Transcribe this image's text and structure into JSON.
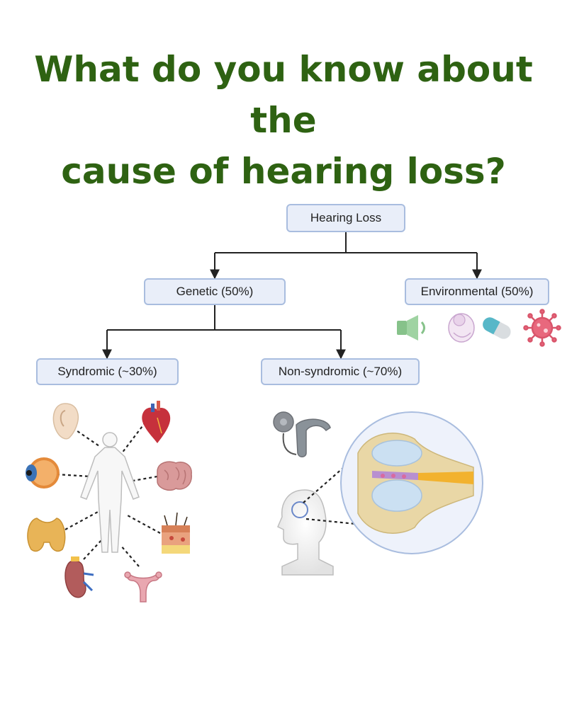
{
  "title": {
    "line1": "What do you know about the",
    "line2": "cause of hearing loss?"
  },
  "tree": {
    "root": "Hearing Loss",
    "genetic": "Genetic (50%)",
    "environmental": "Environmental (50%)",
    "syndromic": "Syndromic (~30%)",
    "nonsyndromic": "Non-syndromic (~70%)"
  },
  "icons": {
    "environmental": [
      "noise-speaker-icon",
      "fetus-icon",
      "medication-capsule-icon",
      "virus-icon"
    ],
    "syndromic": [
      "ear-icon",
      "heart-icon",
      "eye-icon",
      "brain-icon",
      "thyroid-icon",
      "skin-icon",
      "kidney-icon",
      "uterus-icon",
      "human-body-icon"
    ],
    "nonsyndromic": [
      "hearing-aid-icon",
      "head-profile-icon",
      "cochlea-cross-section-icon"
    ]
  },
  "colors": {
    "title": "#2e6212",
    "node_fill": "#e9eef9",
    "node_border": "#a9bddf",
    "connector": "#222222"
  }
}
